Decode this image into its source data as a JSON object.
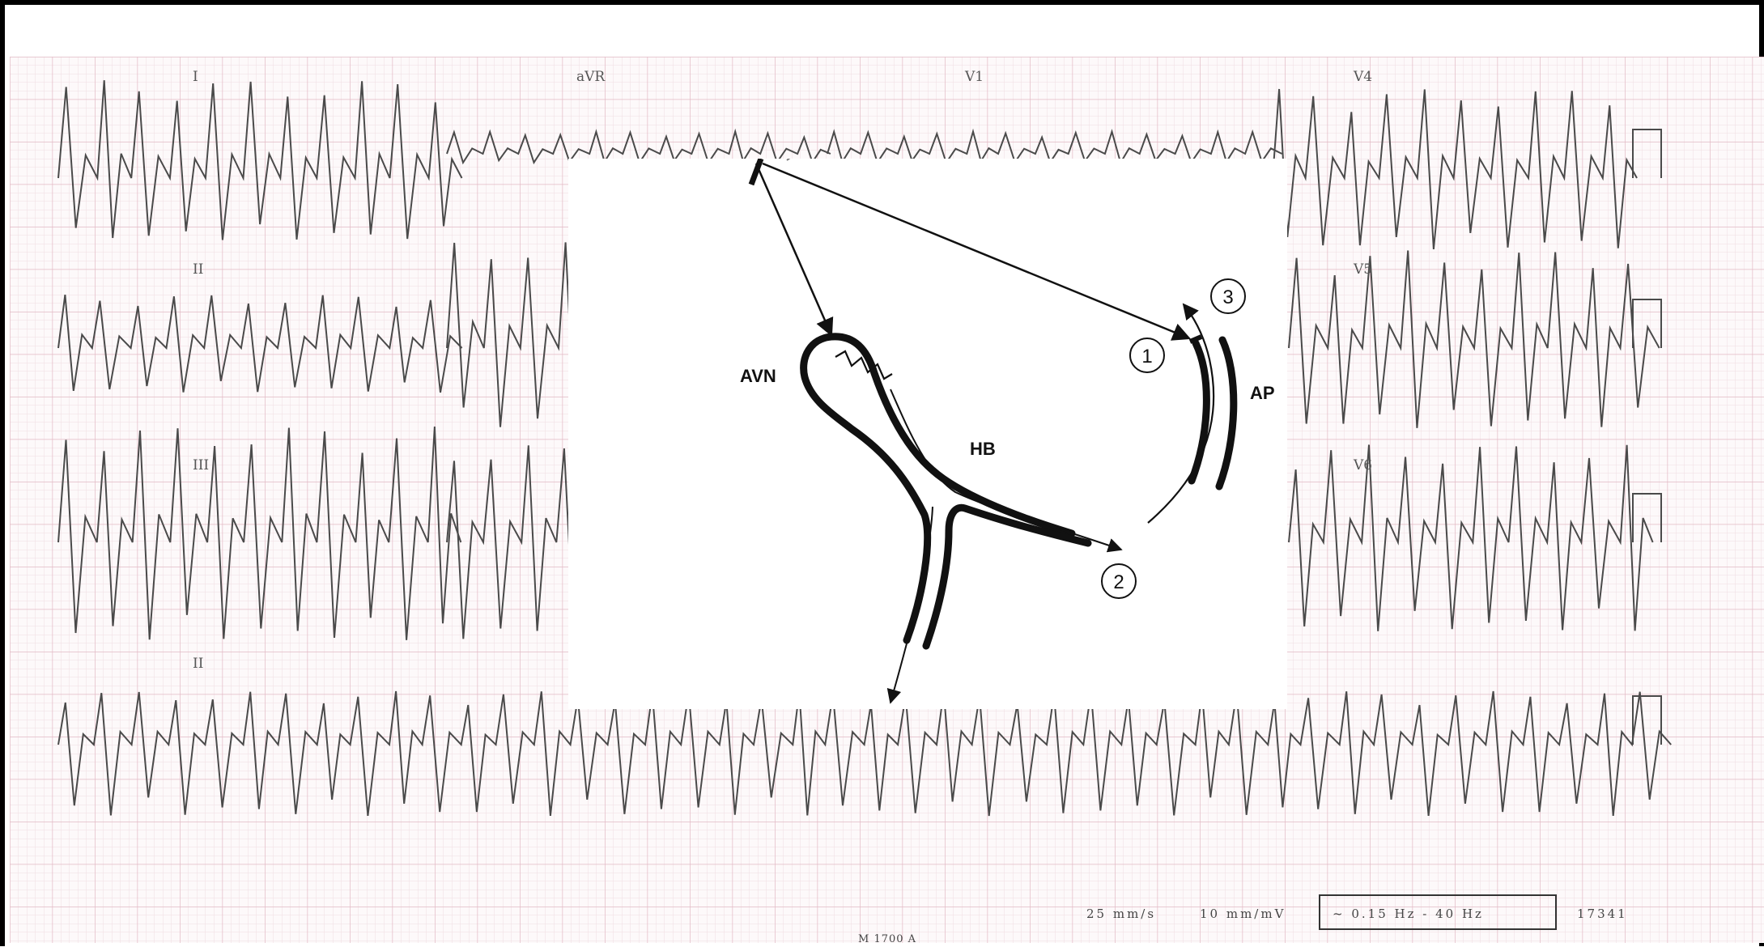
{
  "ecg": {
    "lead_labels": [
      "I",
      "aVR",
      "V1",
      "V4",
      "II",
      "V5",
      "III",
      "V6",
      "II"
    ],
    "footer": {
      "speed": "25 mm/s",
      "gain": "10 mm/mV",
      "filter": "~ 0.15 Hz - 40 Hz",
      "code": "17341",
      "id": "M 1700 A"
    }
  },
  "diagram": {
    "labels": {
      "avn": "AVN",
      "hb": "HB",
      "ap": "AP"
    },
    "markers": [
      "1",
      "2",
      "3"
    ]
  },
  "colors": {
    "grid_minor": "#f0dde2",
    "grid_major": "#e2b9c4",
    "trace": "#4a4a4a",
    "ink": "#111111"
  }
}
